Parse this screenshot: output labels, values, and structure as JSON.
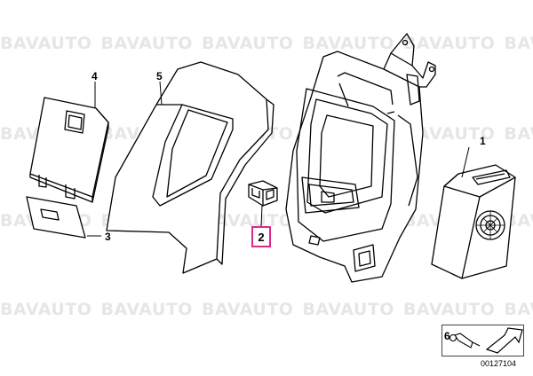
{
  "watermark": {
    "text": "BAVAUTO",
    "rows": [
      [
        "BAVAUTO",
        "BAVAUTO",
        "BAVAUTO",
        "BAVAUTO",
        "BAVAUTO",
        "BAVAUTO"
      ],
      [
        "BAVAUTO",
        "BAVAUTO",
        "BAVAUTO",
        "BAVAUTO",
        "BAVAUTO",
        "BAVAUTO"
      ],
      [
        "BAVAUTO",
        "BAVAUTO",
        "BAVAUTO",
        "BAVAUTO",
        "BAVAUTO",
        "BAVAUTO"
      ],
      [
        "BAVAUTO",
        "BAVAUTO",
        "BAVAUTO",
        "BAVAUTO",
        "BAVAUTO",
        "BAVAUTO"
      ]
    ]
  },
  "callouts": {
    "part1": "1",
    "part2": "2",
    "part3": "3",
    "part4": "4",
    "part5": "5",
    "part6": "6"
  },
  "highlight": {
    "part": "2",
    "color": "#e0278a"
  },
  "diagram_number": "00127104"
}
